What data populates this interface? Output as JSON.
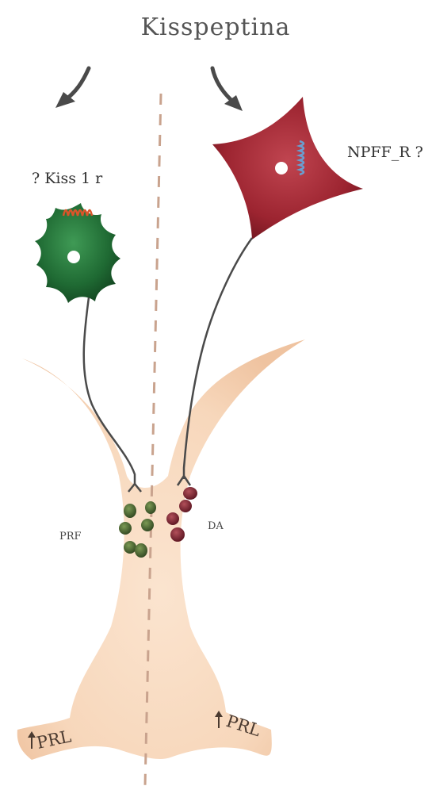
{
  "title": "Kisspeptina",
  "left_receptor_label": "? Kiss 1 r",
  "right_receptor_label": "NPFF_R ?",
  "left_vesicle_label": "PRF",
  "right_vesicle_label": "DA",
  "prl_left_label": "PRL",
  "prl_right_label": "PRL",
  "colors": {
    "green_neuron": "#1f6a33",
    "red_neuron": "#9c2430",
    "gland": "#f8d9bf",
    "arrow": "#4a4a4a",
    "midline": "#c9a38e",
    "axon": "#4a4a4a",
    "receptor_left": "#d9552a",
    "receptor_right": "#6a9ed0",
    "green_vesicle": "#3f5a2a",
    "red_vesicle": "#7a2330"
  },
  "icons": [
    "arrow-down-left",
    "arrow-down-right",
    "up-arrow"
  ]
}
